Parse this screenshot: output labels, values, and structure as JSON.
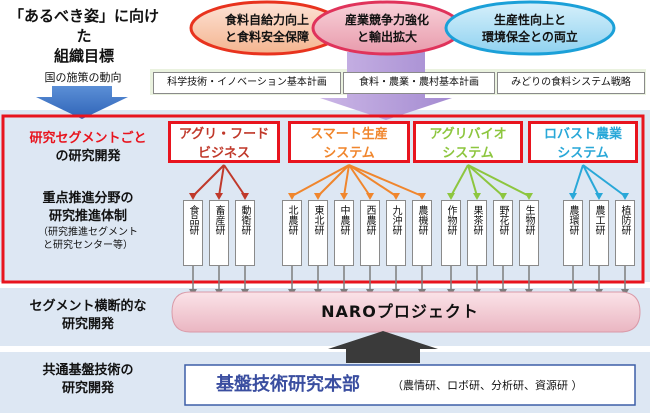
{
  "header": {
    "title_line1": "「あるべき姿」に向けた",
    "title_line2": "組織目標",
    "policy_label": "国の施策の動向",
    "goals": [
      "食料自給力向上\nと食料安全保障",
      "産業競争力強化\nと輸出拡大",
      "生産性向上と\n環境保全との両立"
    ],
    "plans": [
      "科学技術・イノベーション基本計画",
      "食料・農業・農村基本計画",
      "みどりの食料システム戦略"
    ]
  },
  "segments": {
    "label_red": "研究セグメントごと",
    "label_black": "の研究開発",
    "items": [
      {
        "name": "アグリ・フード\nビジネス",
        "color": "#c0392b"
      },
      {
        "name": "スマート生産\nシステム",
        "color": "#f0862d"
      },
      {
        "name": "アグリバイオ\nシステム",
        "color": "#8dc63f"
      },
      {
        "name": "ロバスト農業\nシステム",
        "color": "#29a8d8"
      }
    ]
  },
  "centers": {
    "label_line1": "重点推進分野の",
    "label_line2": "研究推進体制",
    "note_line1": "（研究推進セグメント",
    "note_line2": "と研究センター等）",
    "groups": [
      [
        "食品研",
        "畜産研",
        "動衛研"
      ],
      [
        "北農研",
        "東北研",
        "中農研",
        "西農研",
        "九沖研",
        "農機研"
      ],
      [
        "作物研",
        "果茶研",
        "野花研",
        "生物研"
      ],
      [
        "農環研",
        "農工研",
        "植防研"
      ]
    ]
  },
  "cross": {
    "label_line1": "セグメント横断的な",
    "label_line2": "研究開発",
    "project": "NAROプロジェクト"
  },
  "base": {
    "label_line1": "共通基盤技術の",
    "label_line2": "研究開発",
    "hq": "基盤技術研究本部",
    "members": "（農情研、ロボ研、分析研、資源研 ）"
  }
}
